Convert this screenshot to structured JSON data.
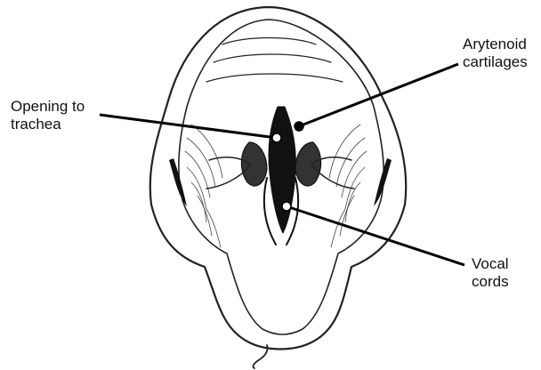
{
  "labels": {
    "opening_to_trachea": [
      "Opening to",
      "trachea"
    ],
    "arytenoid_cartilages": [
      "Arytenoid",
      "cartilages"
    ],
    "vocal_cords": [
      "Vocal",
      "cords"
    ]
  },
  "colors": {
    "ink": "#111111",
    "background": "#ffffff"
  }
}
